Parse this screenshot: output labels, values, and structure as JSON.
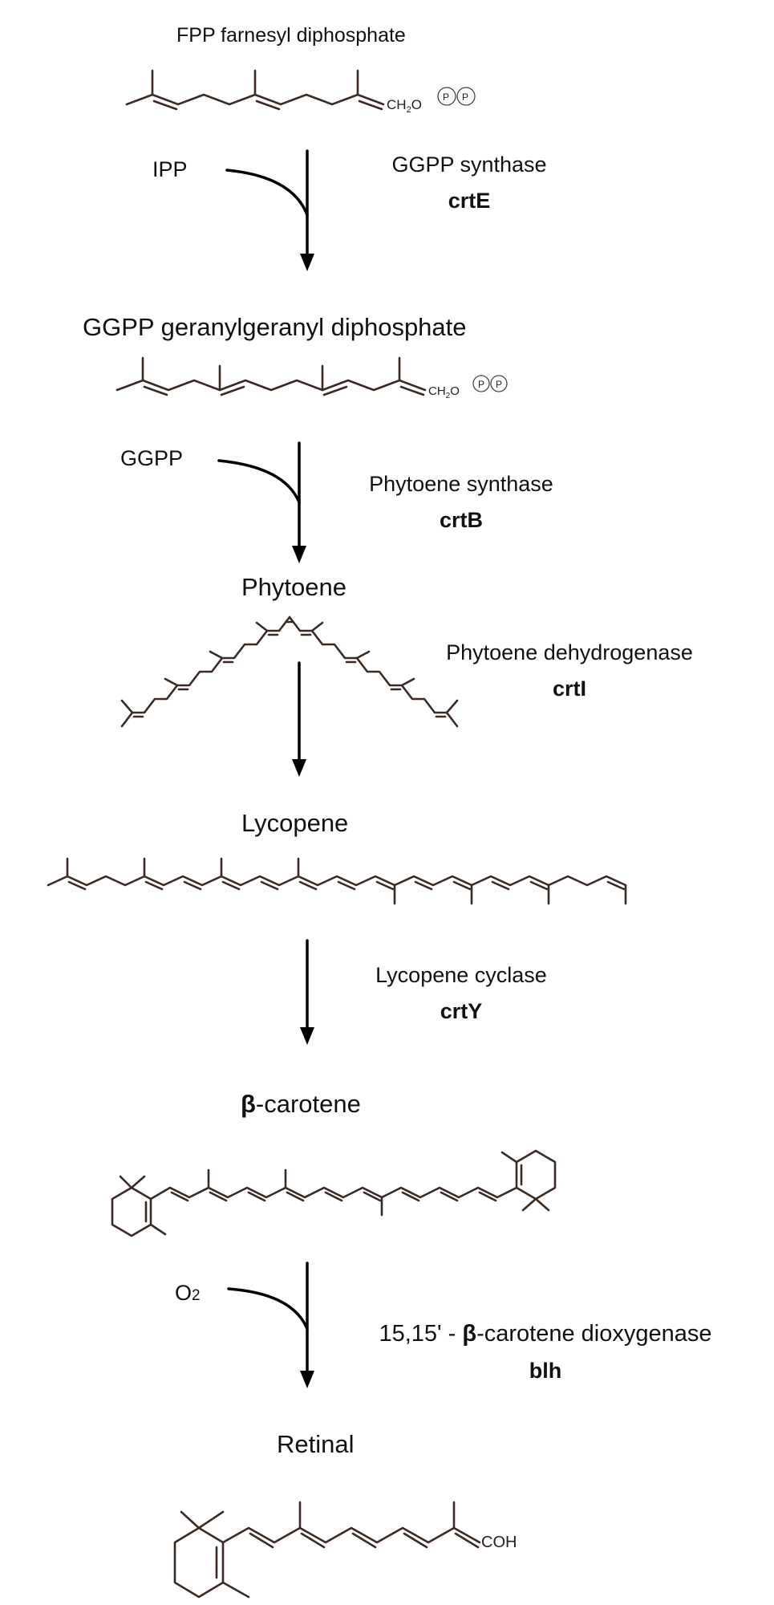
{
  "compounds": {
    "fpp": "FPP farnesyl diphosphate",
    "ggpp": "GGPP geranylgeranyl diphosphate",
    "phytoene": "Phytoene",
    "lycopene": "Lycopene",
    "beta_greek": "β",
    "beta_rest": "-carotene",
    "retinal": "Retinal"
  },
  "cosubstrates": {
    "ipp": "IPP",
    "ggpp": "GGPP",
    "o2_main": "O",
    "o2_sub": "2"
  },
  "enzymes": [
    {
      "name": "GGPP synthase",
      "gene": "crtE"
    },
    {
      "name": "Phytoene synthase",
      "gene": "crtB"
    },
    {
      "name": "Phytoene dehydrogenase",
      "gene": "crtI"
    },
    {
      "name": "Lycopene cyclase",
      "gene": "crtY"
    },
    {
      "name_pre": "15,15' - ",
      "name_beta": "β",
      "name_post": "-carotene dioxygenase",
      "gene": "blh"
    }
  ],
  "chem_labels": {
    "ch2o": "CH",
    "ch2o_sub": "2",
    "ch2o_o": "O",
    "p": "P",
    "coh": "COH"
  }
}
